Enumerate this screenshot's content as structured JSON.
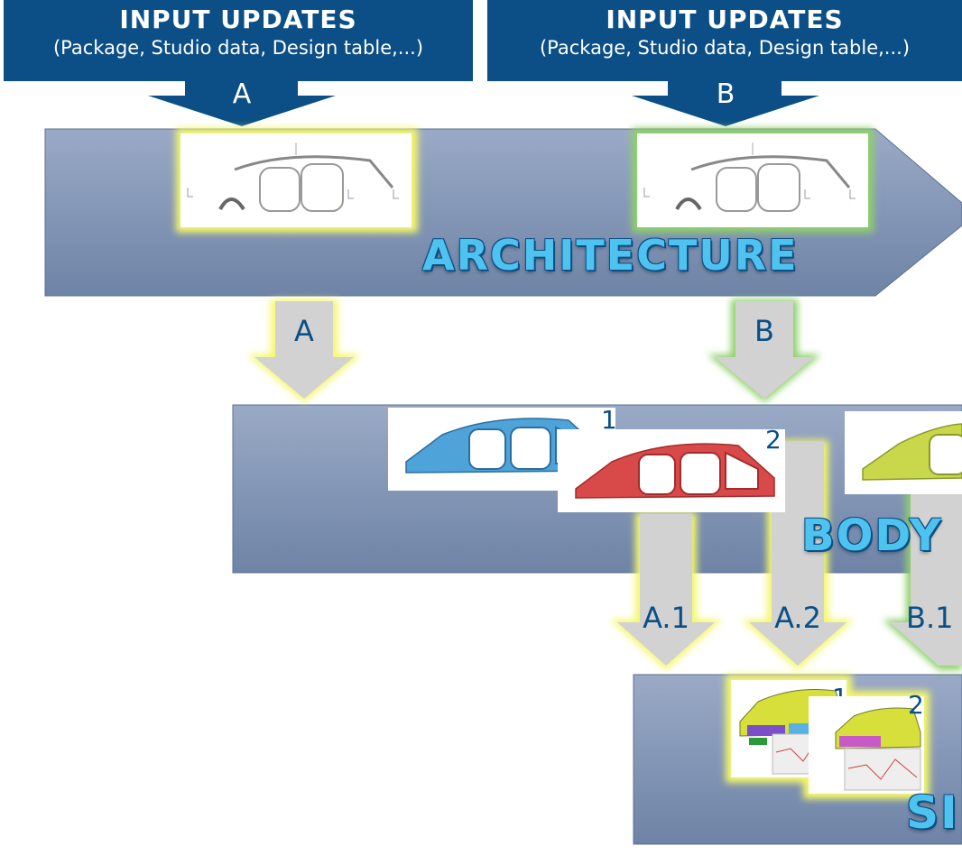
{
  "inputs": [
    {
      "title": "INPUT UPDATES",
      "subtitle": "(Package, Studio data, Design table,...)",
      "arrow_label": "A"
    },
    {
      "title": "INPUT UPDATES",
      "subtitle": "(Package, Studio data, Design table,...)",
      "arrow_label": "B"
    }
  ],
  "stages": {
    "architecture": "ARCHITECTURE",
    "body": "BODY",
    "simulation": "SI"
  },
  "flows": {
    "arch_to_body": [
      "A",
      "B"
    ],
    "body_to_sim": [
      "A.1",
      "A.2",
      "B.1"
    ]
  },
  "variant_numbers": {
    "body": [
      "1",
      "2"
    ],
    "simulation": [
      "1",
      "2"
    ]
  },
  "colors": {
    "banner": "#0b4f86",
    "stage_text": "#4fc3f0",
    "glow_yellow": "#f4f76a",
    "glow_green": "#8fd06a",
    "body_blue": "#4ea3d9",
    "body_red": "#d84a4a",
    "body_yellow": "#c9d84a"
  }
}
